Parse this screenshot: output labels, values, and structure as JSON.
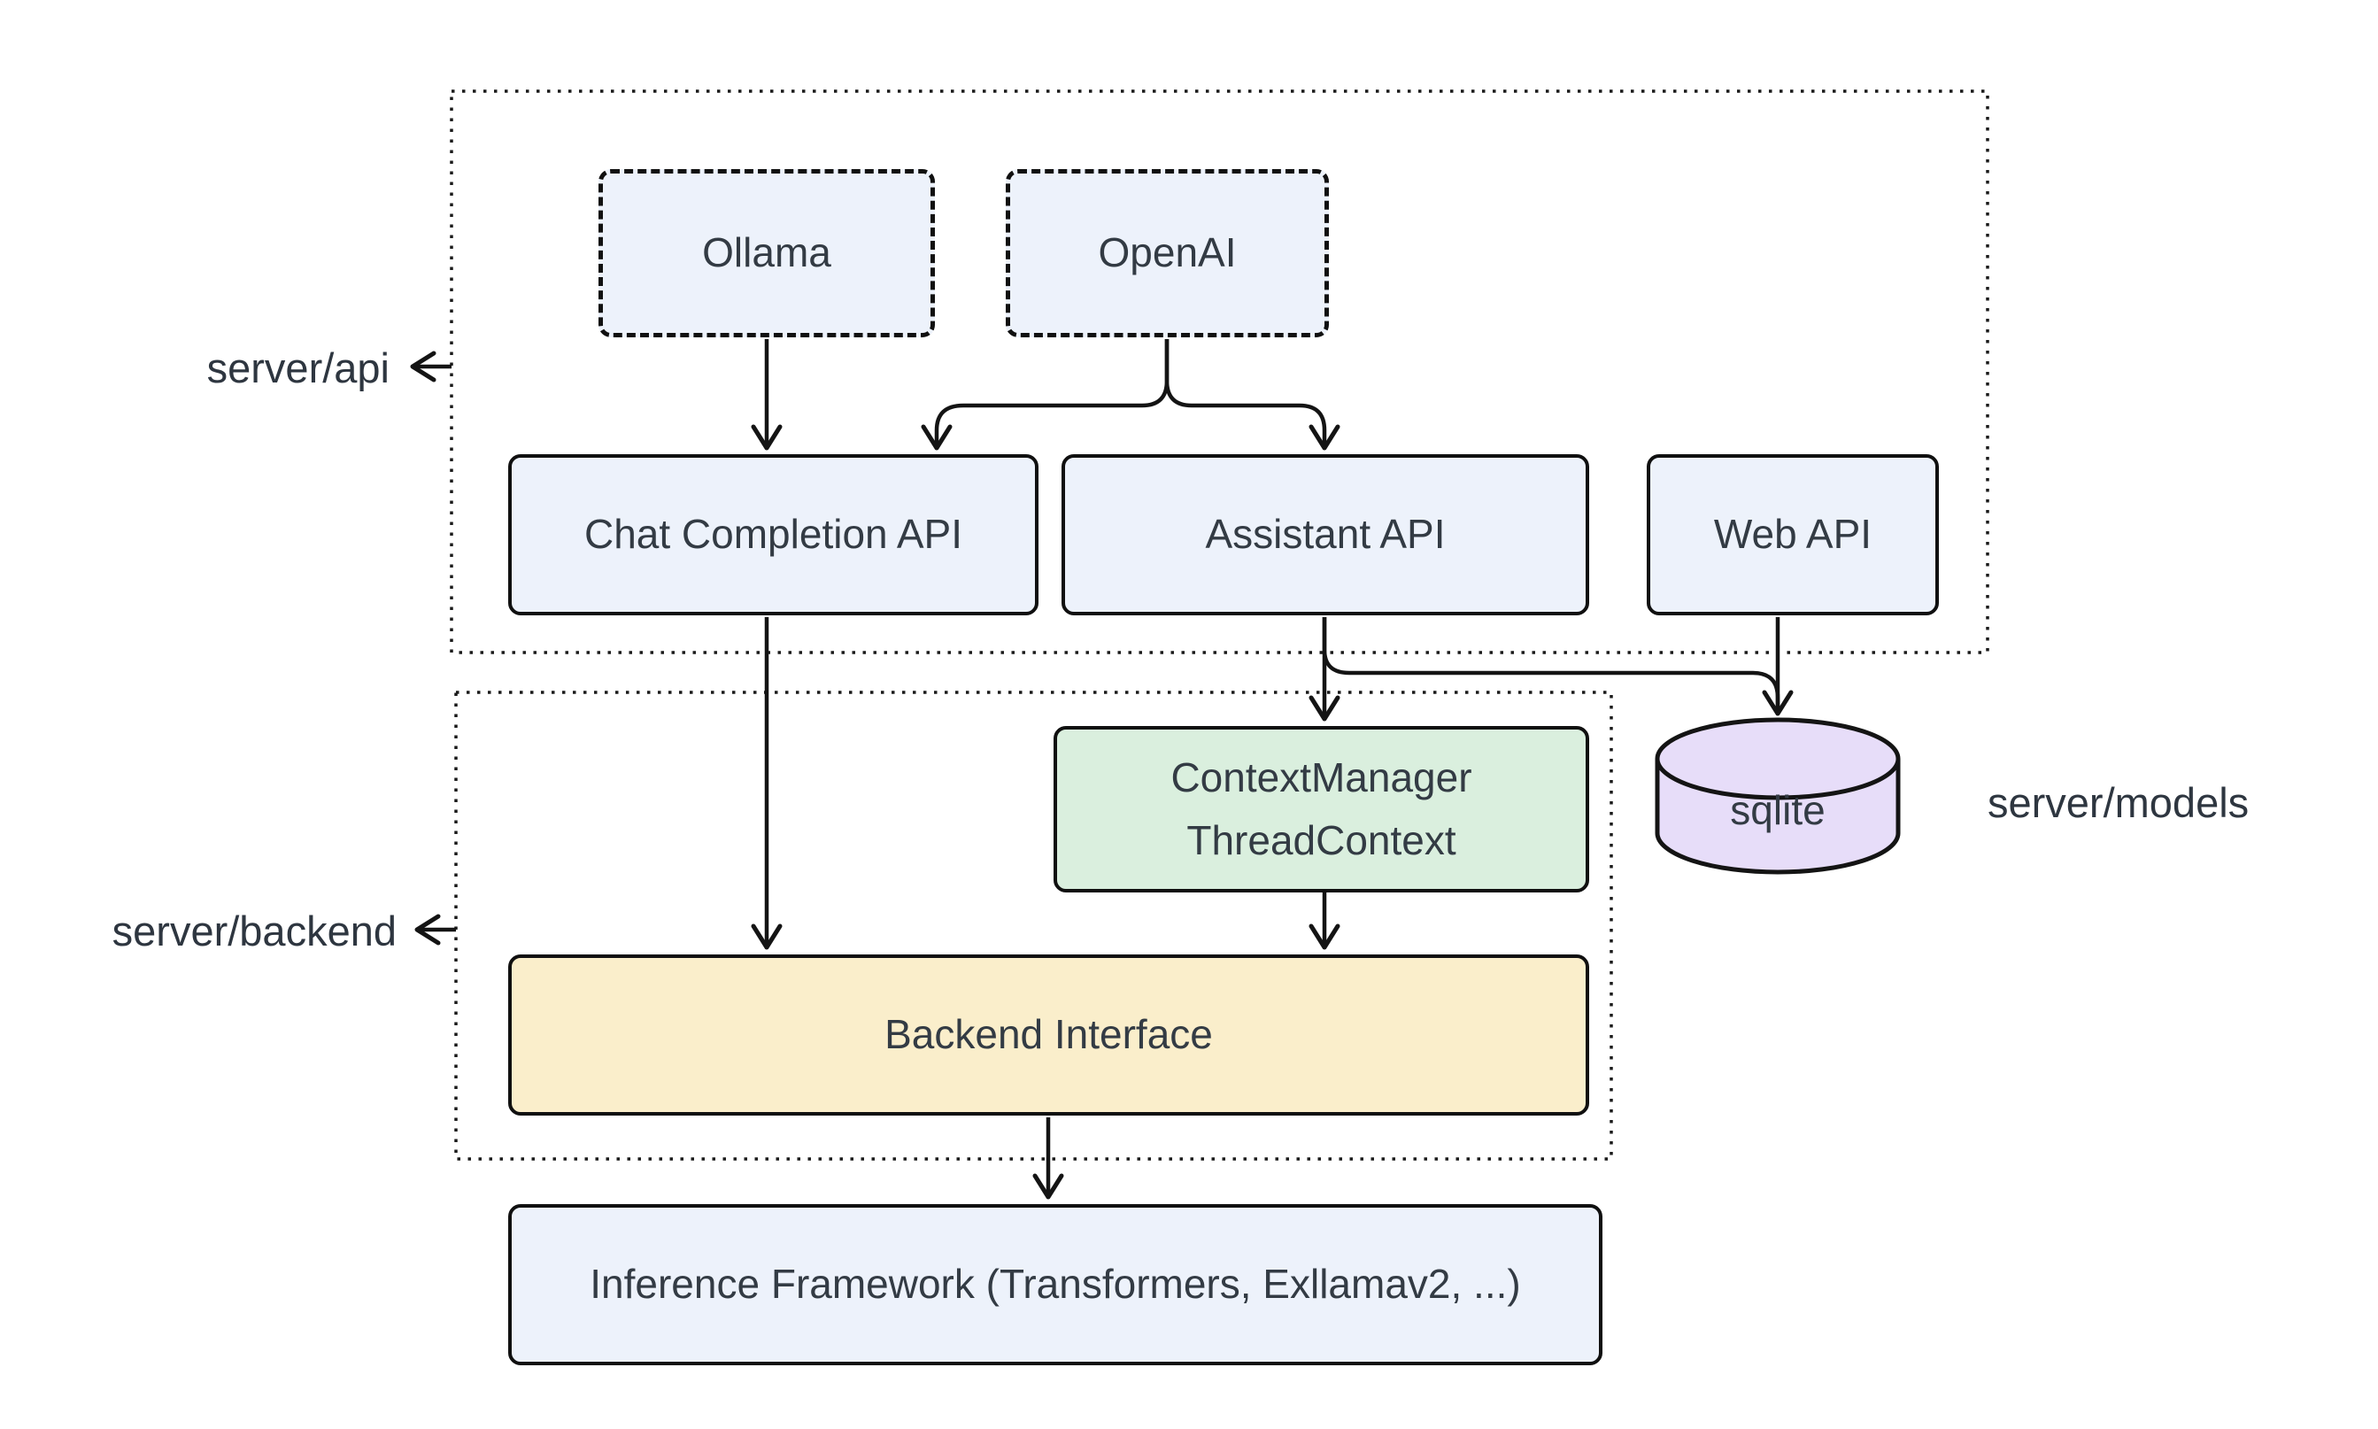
{
  "diagram": {
    "title_hint": "server architecture flowchart",
    "colors": {
      "background": "#ffffff",
      "stroke": "#141414",
      "text": "#333b44",
      "node_blue": "#edf2fb",
      "node_green": "#daefde",
      "node_yellow": "#faeecb",
      "node_purple": "#e7ddf9"
    },
    "groups": {
      "api": {
        "label": "server/api"
      },
      "backend": {
        "label": "server/backend"
      },
      "models": {
        "label": "server/models"
      }
    },
    "nodes": {
      "ollama": {
        "label": "Ollama"
      },
      "openai": {
        "label": "OpenAI"
      },
      "chat_completion_api": {
        "label": "Chat Completion API"
      },
      "assistant_api": {
        "label": "Assistant API"
      },
      "web_api": {
        "label": "Web API"
      },
      "context_manager": {
        "line1": "ContextManager",
        "line2": "ThreadContext"
      },
      "sqlite": {
        "label": "sqlite"
      },
      "backend_interface": {
        "label": "Backend Interface"
      },
      "inference_framework": {
        "label": "Inference Framework (Transformers, Exllamav2, ...)"
      }
    },
    "edges": [
      {
        "from": "ollama",
        "to": "chat_completion_api"
      },
      {
        "from": "openai",
        "to": "chat_completion_api"
      },
      {
        "from": "openai",
        "to": "assistant_api"
      },
      {
        "from": "chat_completion_api",
        "to": "backend_interface"
      },
      {
        "from": "assistant_api",
        "to": "context_manager"
      },
      {
        "from": "assistant_api",
        "to": "sqlite"
      },
      {
        "from": "web_api",
        "to": "sqlite"
      },
      {
        "from": "context_manager",
        "to": "backend_interface"
      },
      {
        "from": "backend_interface",
        "to": "inference_framework"
      }
    ]
  }
}
